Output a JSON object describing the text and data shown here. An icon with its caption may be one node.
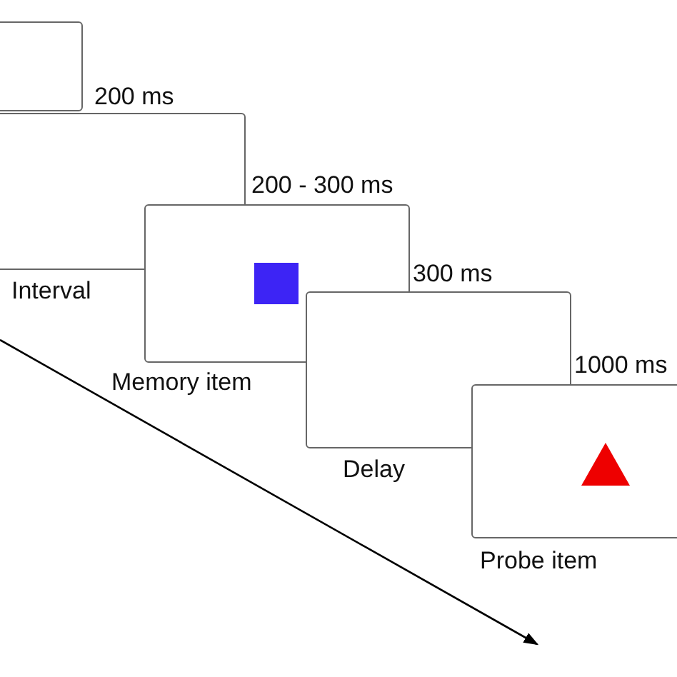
{
  "diagram": {
    "nodes": [
      {
        "text": [],
        "shape": "box",
        "beside": [
          "200 ms"
        ]
      },
      {
        "text": [],
        "shape": "box",
        "beside": [
          "200 - 300 ms",
          "Interval"
        ]
      },
      {
        "text": [],
        "shape": "box",
        "beside": [
          "300 ms",
          "Memory item"
        ]
      },
      {
        "text": [],
        "shape": "box",
        "beside": [
          "1000 ms",
          "Delay"
        ]
      },
      {
        "text": [],
        "shape": "box",
        "beside": [
          "Probe item"
        ]
      }
    ]
  }
}
